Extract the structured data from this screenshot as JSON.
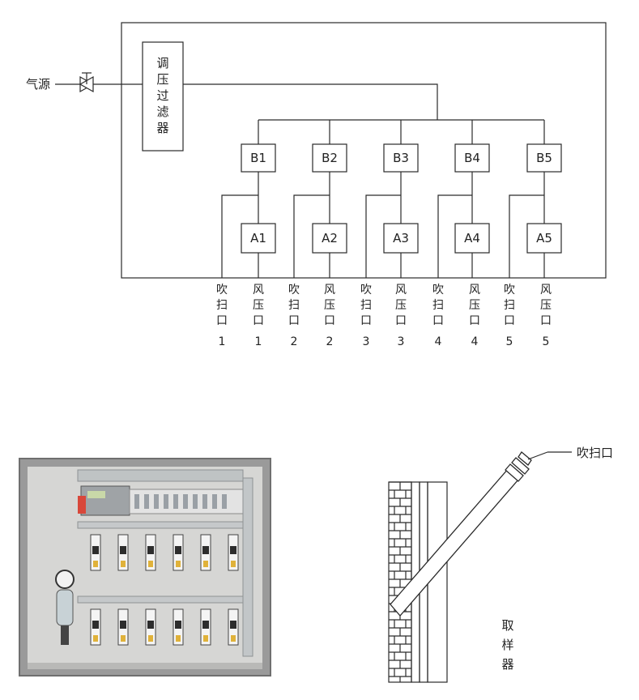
{
  "source_label": "气源",
  "regulator_label": [
    "调",
    "压",
    "过",
    "滤",
    "器"
  ],
  "b_boxes": [
    "B1",
    "B2",
    "B3",
    "B4",
    "B5"
  ],
  "a_boxes": [
    "A1",
    "A2",
    "A3",
    "A4",
    "A5"
  ],
  "ports": [
    {
      "chars": [
        "吹",
        "扫",
        "口"
      ],
      "num": "1"
    },
    {
      "chars": [
        "风",
        "压",
        "口"
      ],
      "num": "1"
    },
    {
      "chars": [
        "吹",
        "扫",
        "口"
      ],
      "num": "2"
    },
    {
      "chars": [
        "风",
        "压",
        "口"
      ],
      "num": "2"
    },
    {
      "chars": [
        "吹",
        "扫",
        "口"
      ],
      "num": "3"
    },
    {
      "chars": [
        "风",
        "压",
        "口"
      ],
      "num": "3"
    },
    {
      "chars": [
        "吹",
        "扫",
        "口"
      ],
      "num": "4"
    },
    {
      "chars": [
        "风",
        "压",
        "口"
      ],
      "num": "4"
    },
    {
      "chars": [
        "吹",
        "扫",
        "口"
      ],
      "num": "5"
    },
    {
      "chars": [
        "风",
        "压",
        "口"
      ],
      "num": "5"
    }
  ],
  "probe_purge_label": "吹扫口",
  "sampler_label": [
    "取",
    "样",
    "器"
  ],
  "colors": {
    "line": "#2a2a2a",
    "cabinet_frame": "#8a8a8a",
    "cabinet_panel": "#cfcfcf",
    "brick_mortar": "#2a2a2a"
  }
}
